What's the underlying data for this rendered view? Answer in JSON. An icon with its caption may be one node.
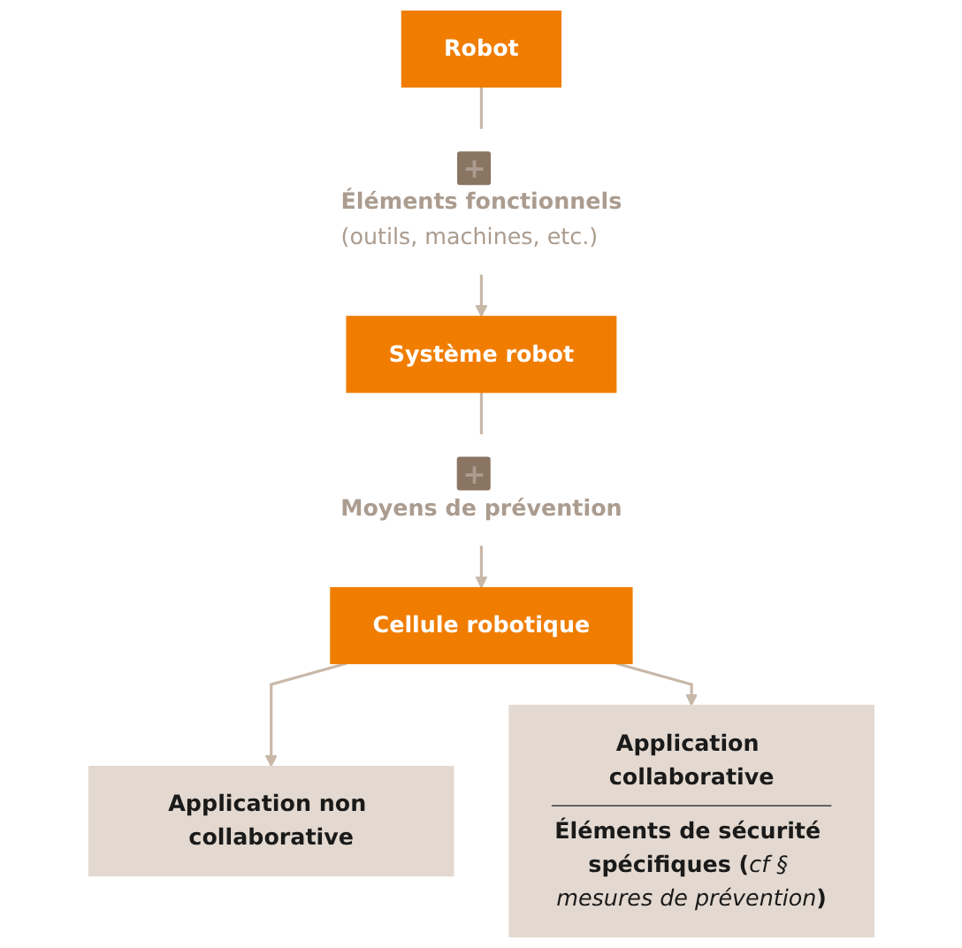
{
  "diagram": {
    "nodes": [
      {
        "text": [
          "Robot"
        ]
      },
      {
        "text": [
          "+"
        ],
        "beside": [
          "Éléments fonctionnels",
          "(outils, machines, etc.)"
        ]
      },
      {
        "text": [
          "Système robot"
        ]
      },
      {
        "text": [
          "+"
        ],
        "beside": [
          "Moyens de prévention"
        ]
      },
      {
        "text": [
          "Cellule robotique"
        ]
      },
      {
        "text": [
          "Application non collaborative"
        ]
      },
      {
        "text": [
          "Application collaborative",
          "Éléments de sécurité spécifiques (*cf § mesures de prévention*)"
        ]
      }
    ],
    "edges": [
      {
        "from": 0,
        "to": 1,
        "arrow": "none"
      },
      {
        "from": 1,
        "to": 2,
        "arrow": "to"
      },
      {
        "from": 2,
        "to": 3,
        "arrow": "none"
      },
      {
        "from": 3,
        "to": 4,
        "arrow": "to"
      },
      {
        "from": 4,
        "to": 5,
        "arrow": "to"
      },
      {
        "from": 4,
        "to": 6,
        "arrow": "to"
      }
    ]
  }
}
